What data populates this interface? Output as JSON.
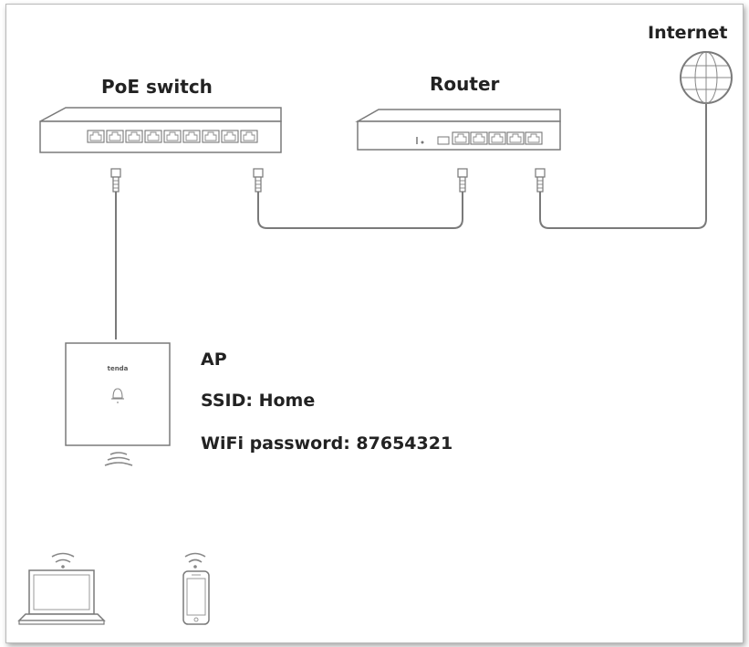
{
  "internet": {
    "label": "Internet"
  },
  "poe_switch": {
    "label": "PoE switch"
  },
  "router": {
    "label": "Router"
  },
  "ap": {
    "brand": "tenda",
    "title": "AP",
    "ssid_label": "SSID: Home",
    "password_label": "WiFi password: 87654321"
  },
  "colors": {
    "line": "#7a7a7a",
    "device_fill": "#ffffff",
    "text": "#222222"
  }
}
